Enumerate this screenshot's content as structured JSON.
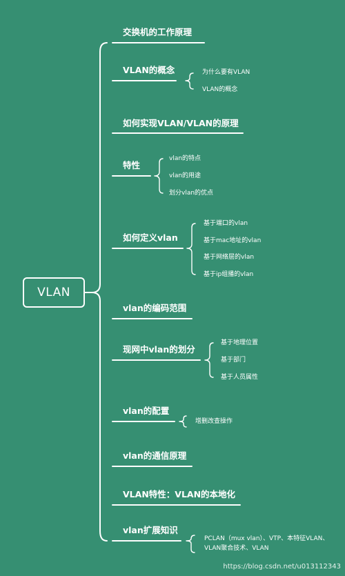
{
  "root": "VLAN",
  "branches": [
    {
      "label": "交换机的工作原理",
      "children": []
    },
    {
      "label": "VLAN的概念",
      "children": [
        "为什么要有VLAN",
        "VLAN的概念"
      ]
    },
    {
      "label": "如何实现VLAN/VLAN的原理",
      "children": []
    },
    {
      "label": "特性",
      "children": [
        "vlan的特点",
        "vlan的用途",
        "划分vlan的优点"
      ]
    },
    {
      "label": "如何定义vlan",
      "children": [
        "基于端口的vlan",
        "基于mac地址的vlan",
        "基于网络层的vlan",
        "基于ip组播的vlan"
      ]
    },
    {
      "label": "vlan的编码范围",
      "children": []
    },
    {
      "label": "现网中vlan的划分",
      "children": [
        "基于地理位置",
        "基于部门",
        "基于人员属性"
      ]
    },
    {
      "label": "vlan的配置",
      "children": [
        "增删改查操作"
      ]
    },
    {
      "label": "vlan的通信原理",
      "children": []
    },
    {
      "label": "VLAN特性：VLAN的本地化",
      "children": []
    },
    {
      "label": "vlan扩展知识",
      "children": [
        "PCLAN（mux vlan）、VTP、本特征VLAN、",
        "VLAN聚合技术、VLAN"
      ]
    }
  ],
  "watermark": "https://blog.csdn.net/u013112343"
}
